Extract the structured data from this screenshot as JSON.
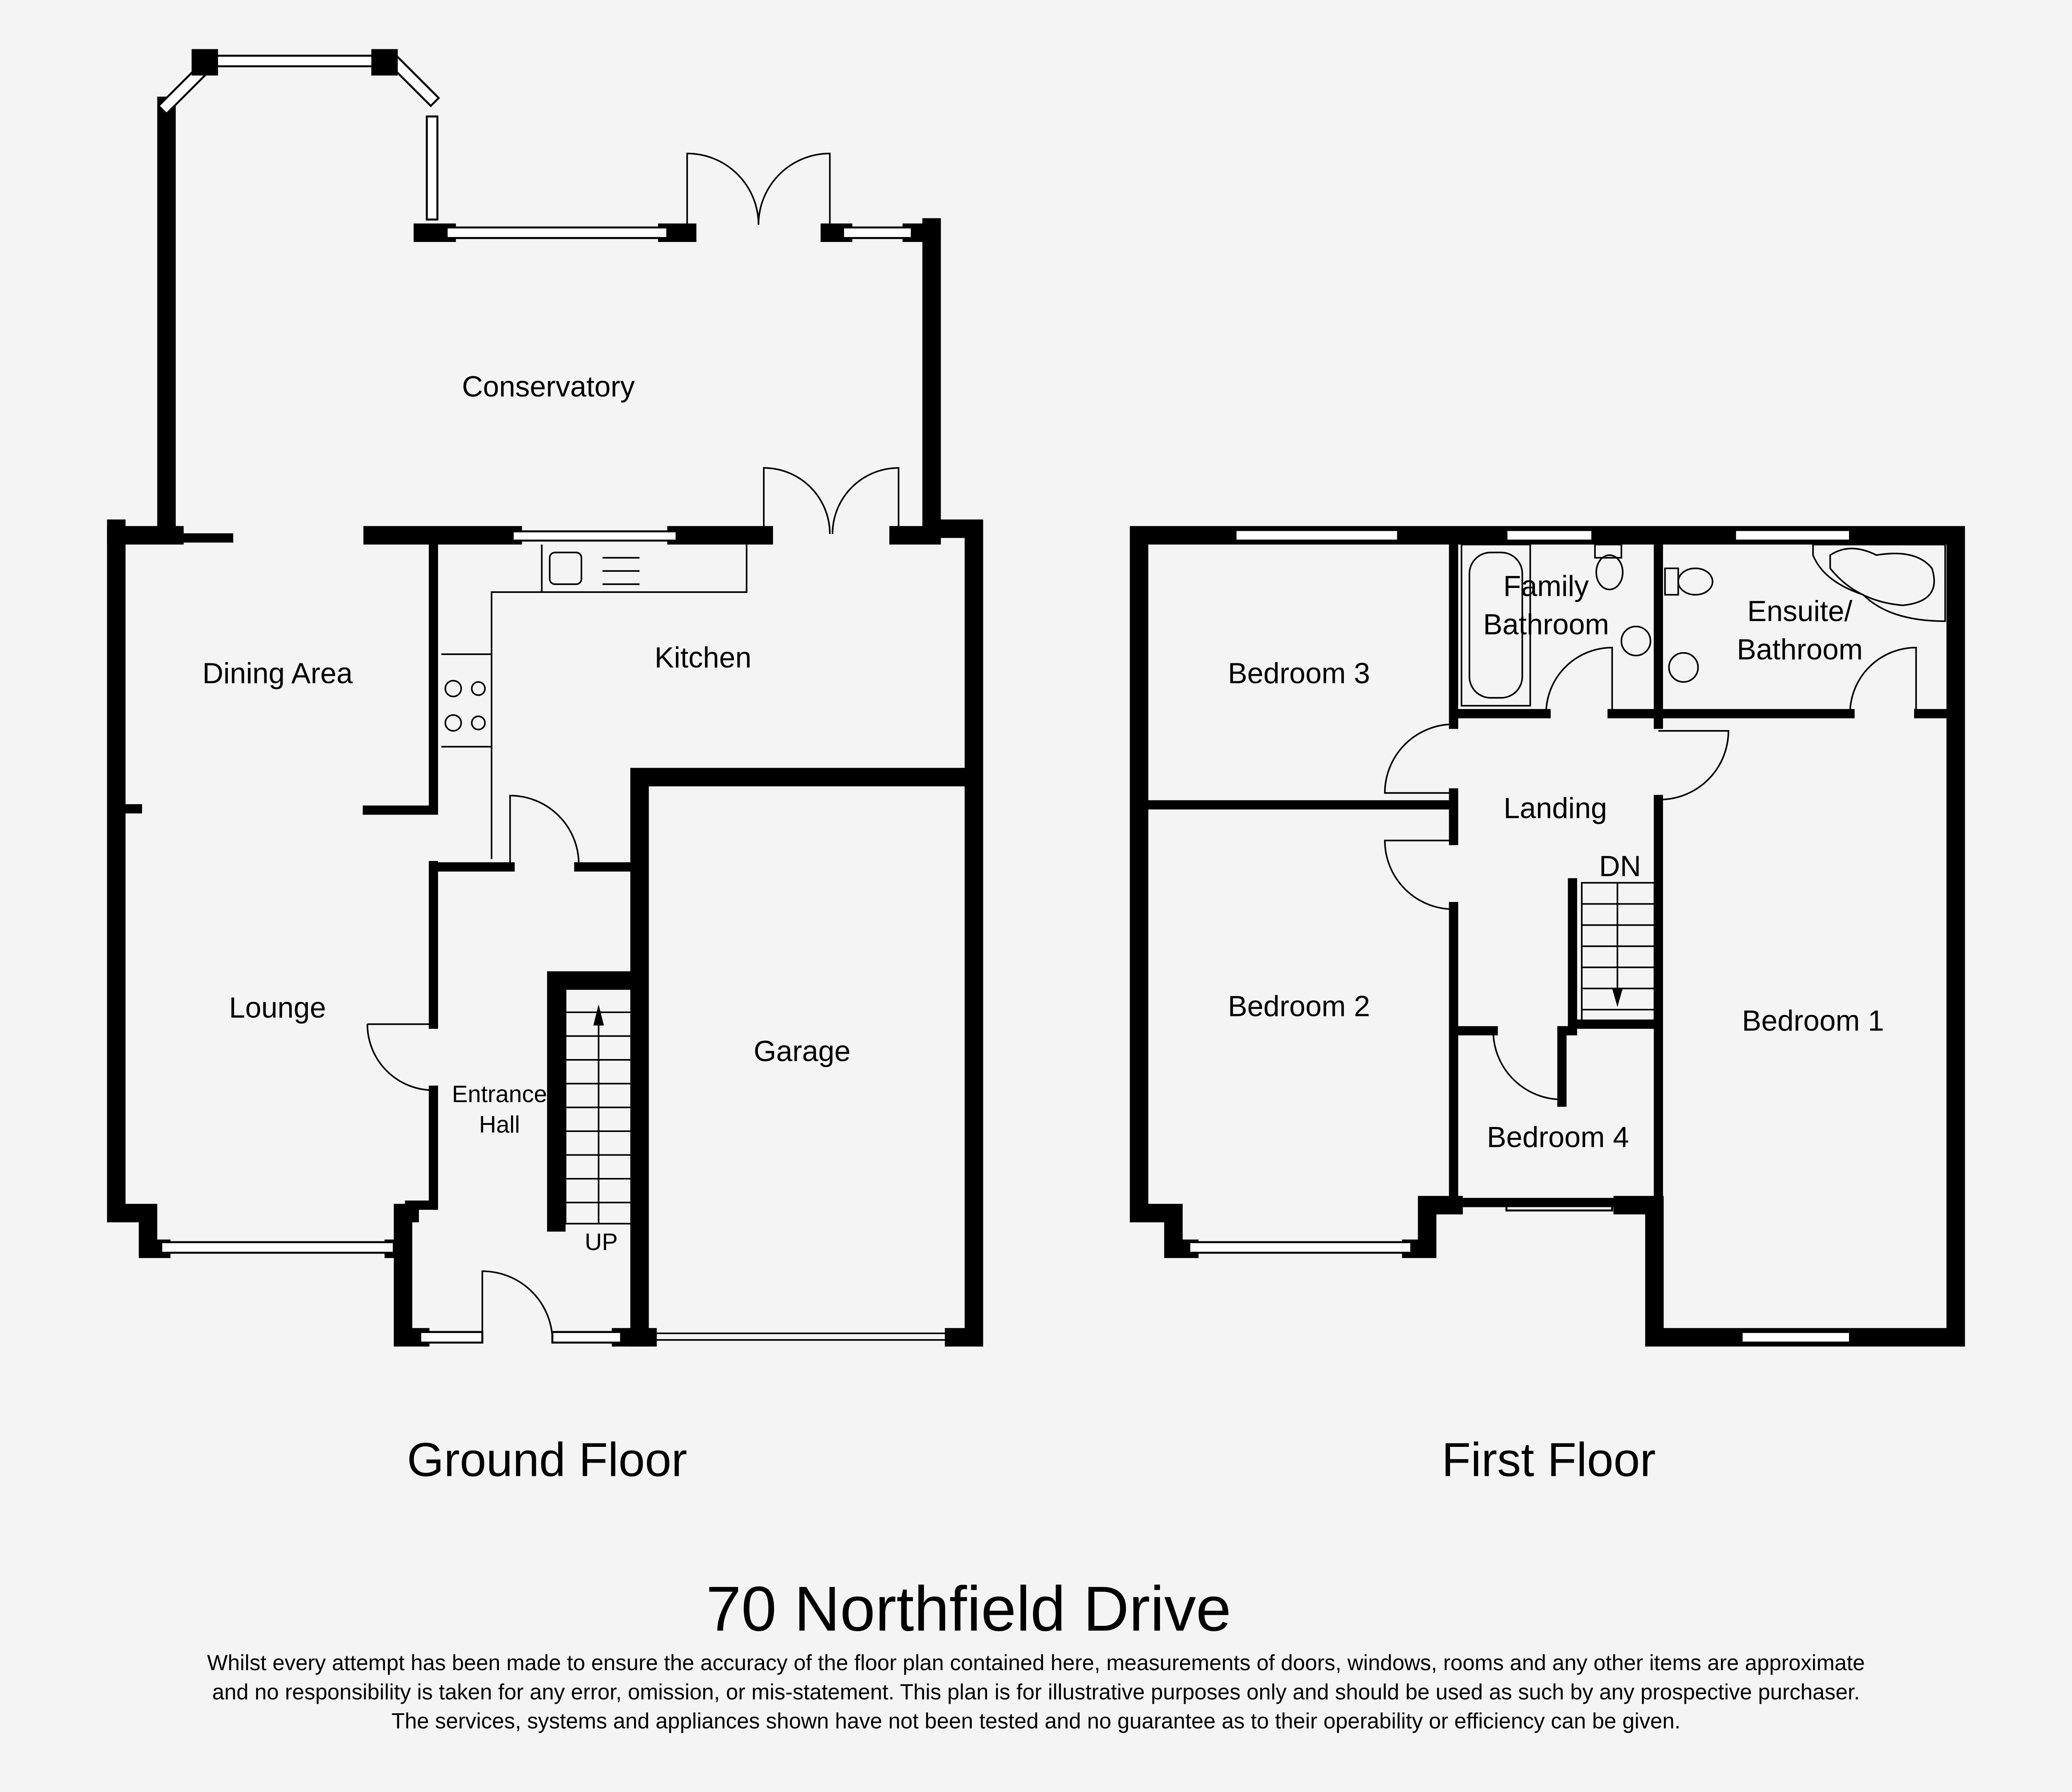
{
  "title": "70 Northfield Drive",
  "disclaimer": [
    "Whilst every attempt has been made to ensure the accuracy of the floor plan contained here, measurements of doors, windows, rooms and any other items are approximate",
    "and no responsibility is taken for any error, omission, or mis-statement. This plan is for illustrative purposes only and should be used as such by any prospective purchaser.",
    "The services, systems and appliances shown have not been tested and no guarantee as to their operability or efficiency can be given."
  ],
  "ground_floor": {
    "label": "Ground Floor",
    "rooms": {
      "conservatory": "Conservatory",
      "dining": "Dining Area",
      "kitchen": "Kitchen",
      "lounge": "Lounge",
      "hall_1": "Entrance",
      "hall_2": "Hall",
      "garage": "Garage",
      "stairs": "UP"
    }
  },
  "first_floor": {
    "label": "First Floor",
    "rooms": {
      "bathroom_1": "Family",
      "bathroom_2": "Bathroom",
      "ensuite_1": "Ensuite/",
      "ensuite_2": "Bathroom",
      "bedroom3": "Bedroom 3",
      "landing": "Landing",
      "stairs": "DN",
      "bedroom2": "Bedroom 2",
      "bedroom1": "Bedroom 1",
      "bedroom4": "Bedroom 4"
    }
  }
}
